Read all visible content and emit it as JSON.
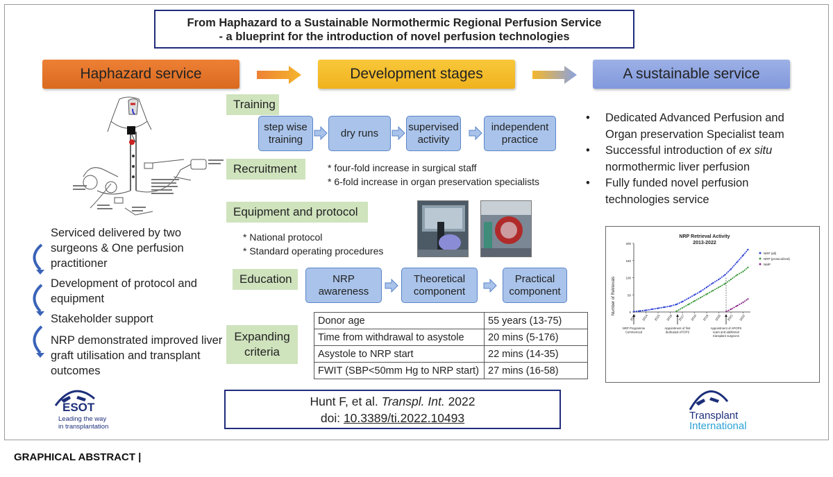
{
  "title": {
    "line1": "From Haphazard to a Sustainable Normothermic Regional Perfusion Service",
    "line2": "- a blueprint for the introduction of novel perfusion technologies"
  },
  "stages": {
    "haphazard": "Haphazard service",
    "development": "Development stages",
    "sustainable": "A sustainable service"
  },
  "left_list": {
    "item1": "Serviced delivered by two surgeons & One perfusion practitioner",
    "item2": "Development of protocol and equipment",
    "item3": "Stakeholder support",
    "item4": "NRP demonstrated improved liver graft utilisation and transplant outcomes"
  },
  "training": {
    "label": "Training",
    "steps": [
      "step wise training",
      "dry runs",
      "supervised activity",
      "independent practice"
    ]
  },
  "recruitment": {
    "label": "Recruitment",
    "line1": "* four-fold increase in surgical staff",
    "line2": "* 6-fold increase in organ preservation specialists"
  },
  "equipment": {
    "label": "Equipment and protocol",
    "line1": "* National protocol",
    "line2": "* Standard operating procedures"
  },
  "education": {
    "label": "Education",
    "steps": [
      "NRP awareness",
      "Theoretical component",
      "Practical component"
    ]
  },
  "expanding": {
    "label_line1": "Expanding",
    "label_line2": "criteria",
    "rows": [
      [
        "Donor age",
        "55 years (13-75)"
      ],
      [
        "Time from withdrawal to asystole",
        "20 mins (5-176)"
      ],
      [
        "Asystole to NRP start",
        "22 mins (14-35)"
      ],
      [
        "FWIT (SBP<50mm Hg to NRP start)",
        "27 mins (16-58)"
      ]
    ]
  },
  "sustainable_bullets": {
    "b1": "Dedicated Advanced Perfusion and Organ preservation  Specialist team",
    "b2_pre": "Successful introduction of ",
    "b2_em": "ex situ",
    "b2_post": " normothermic liver perfusion",
    "b3": "Fully funded novel perfusion technologies service"
  },
  "citation": {
    "pre": "Hunt F, et al. ",
    "journal": "Transpl. Int.",
    "year": " 2022",
    "doi_label": "doi: ",
    "doi": "10.3389/ti.2022.10493"
  },
  "logos": {
    "esot_name": "ESOT",
    "esot_tagline1": "Leading the way",
    "esot_tagline2": "in transplantation",
    "ti_line1": "Transplant",
    "ti_line2": "International"
  },
  "footer": "GRAPHICAL ABSTRACT |",
  "chart_data": {
    "type": "line",
    "title": "NRP Retrieval Activity",
    "subtitle": "2013-2022",
    "ylabel": "Number of Retrievals",
    "ylim": [
      0,
      200
    ],
    "yticks": [
      "0",
      "50",
      "100",
      "150",
      "200"
    ],
    "xticks": [
      "2013",
      "2014",
      "2015",
      "2016",
      "2017",
      "2018",
      "2019",
      "2020",
      "2021",
      "2022"
    ],
    "series": [
      {
        "name": "NRP (all)",
        "color": "#2b3fd6",
        "x": [
          2013.0,
          2013.5,
          2014.0,
          2014.5,
          2015.0,
          2015.5,
          2016.0,
          2016.5,
          2017.0,
          2017.5,
          2018.0,
          2018.5,
          2019.0,
          2019.5,
          2020.0,
          2020.5,
          2021.0,
          2021.5,
          2022.0,
          2022.4
        ],
        "y": [
          1,
          3,
          5,
          8,
          11,
          14,
          17,
          22,
          30,
          40,
          50,
          60,
          72,
          84,
          95,
          108,
          125,
          145,
          165,
          182
        ]
      },
      {
        "name": "NRP (protocolized)",
        "color": "#3d9a3a",
        "x": [
          2016.5,
          2017.0,
          2017.5,
          2018.0,
          2018.5,
          2019.0,
          2019.5,
          2020.0,
          2020.5,
          2021.0,
          2021.5,
          2022.0,
          2022.4
        ],
        "y": [
          2,
          12,
          22,
          32,
          42,
          52,
          62,
          72,
          82,
          95,
          108,
          118,
          130
        ]
      },
      {
        "name": "NMP",
        "color": "#8a2b8a",
        "x": [
          2020.6,
          2021.0,
          2021.5,
          2022.0,
          2022.4
        ],
        "y": [
          1,
          8,
          18,
          28,
          38
        ]
      }
    ],
    "annotations": [
      {
        "x": 2013.0,
        "text1": "NRP Programme",
        "text2": "Commenced"
      },
      {
        "x": 2016.6,
        "text1": "Appointment of first",
        "text2": "dedicated APOPS"
      },
      {
        "x": 2020.6,
        "text1": "Appointment of APOPS",
        "text2": "team and additional",
        "text3": "transplant surgeons"
      }
    ],
    "legend": "top-right"
  }
}
